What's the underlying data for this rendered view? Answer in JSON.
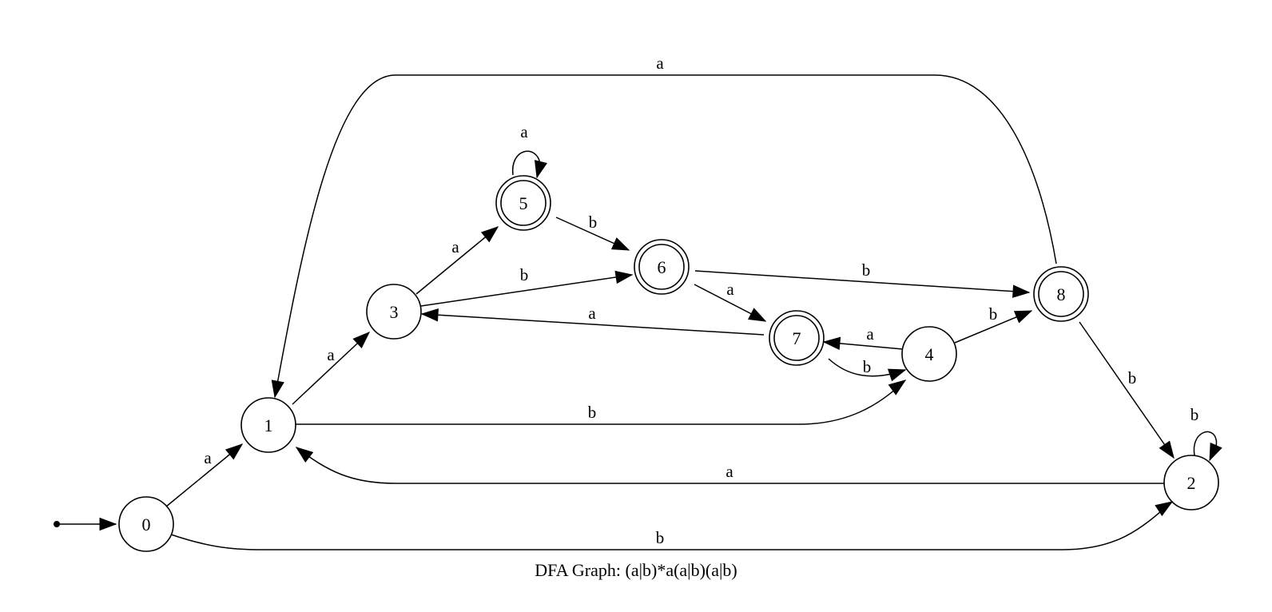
{
  "caption": "DFA Graph: (a|b)*a(a|b)(a|b)",
  "states": [
    {
      "id": "0",
      "label": "0",
      "accepting": false,
      "start": true
    },
    {
      "id": "1",
      "label": "1",
      "accepting": false
    },
    {
      "id": "2",
      "label": "2",
      "accepting": false
    },
    {
      "id": "3",
      "label": "3",
      "accepting": false
    },
    {
      "id": "4",
      "label": "4",
      "accepting": false
    },
    {
      "id": "5",
      "label": "5",
      "accepting": true
    },
    {
      "id": "6",
      "label": "6",
      "accepting": true
    },
    {
      "id": "7",
      "label": "7",
      "accepting": true
    },
    {
      "id": "8",
      "label": "8",
      "accepting": true
    }
  ],
  "transitions": [
    {
      "from": "0",
      "to": "1",
      "symbol": "a"
    },
    {
      "from": "0",
      "to": "2",
      "symbol": "b"
    },
    {
      "from": "1",
      "to": "3",
      "symbol": "a"
    },
    {
      "from": "1",
      "to": "4",
      "symbol": "b"
    },
    {
      "from": "2",
      "to": "1",
      "symbol": "a"
    },
    {
      "from": "2",
      "to": "2",
      "symbol": "b"
    },
    {
      "from": "3",
      "to": "5",
      "symbol": "a"
    },
    {
      "from": "3",
      "to": "6",
      "symbol": "b"
    },
    {
      "from": "4",
      "to": "7",
      "symbol": "a"
    },
    {
      "from": "4",
      "to": "8",
      "symbol": "b"
    },
    {
      "from": "5",
      "to": "5",
      "symbol": "a"
    },
    {
      "from": "5",
      "to": "6",
      "symbol": "b"
    },
    {
      "from": "6",
      "to": "7",
      "symbol": "a"
    },
    {
      "from": "6",
      "to": "8",
      "symbol": "b"
    },
    {
      "from": "7",
      "to": "3",
      "symbol": "a"
    },
    {
      "from": "7",
      "to": "4",
      "symbol": "b"
    },
    {
      "from": "8",
      "to": "1",
      "symbol": "a"
    },
    {
      "from": "8",
      "to": "2",
      "symbol": "b"
    }
  ]
}
